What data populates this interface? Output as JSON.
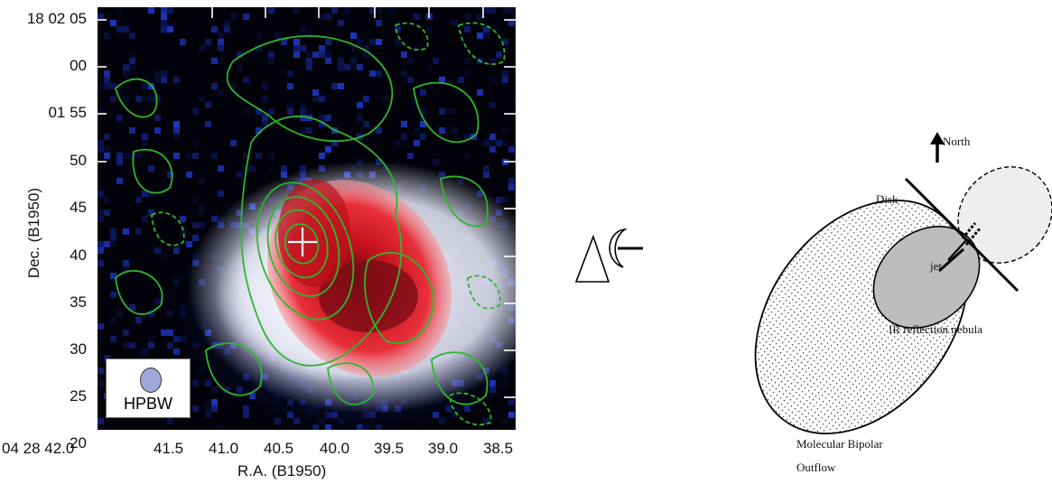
{
  "map": {
    "y_tick_labels": [
      "18 02 05",
      "00",
      "01 55",
      "50",
      "45",
      "40",
      "35",
      "30",
      "25",
      "20"
    ],
    "x_tick_labels": [
      "04 28 42.0",
      "41.5",
      "41.0",
      "40.5",
      "40.0",
      "39.5",
      "39.0",
      "38.5"
    ],
    "xlabel": "R.A. (B1950)",
    "ylabel": "Dec. (B1950)",
    "beam_label": "HPBW",
    "colors": {
      "contour": "#2fb62f",
      "ir_blue": "#1f33c8",
      "ir_red": "#dd1f27",
      "ir_dark": "#5a0610"
    }
  },
  "telescope": {
    "icon": "radio-telescope-icon"
  },
  "schematic": {
    "north_label": "North",
    "disk_label": "Disk",
    "jet_label": "jet",
    "nebula_label": "IR reflection nebula",
    "outflow_label_line1": "Molecular Bipolar",
    "outflow_label_line2": "Outflow"
  }
}
